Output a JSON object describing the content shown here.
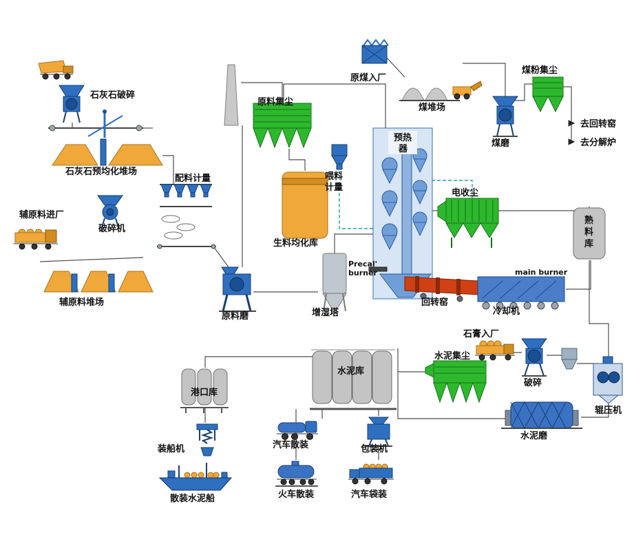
{
  "diagram": {
    "kind": "cement-plant-process-flow",
    "colors": {
      "equipment_blue": "#2e6fc0",
      "dust_collector_green": "#2db82d",
      "material_orange": "#f0a83a",
      "kiln_red": "#d04012",
      "silo_gray": "#c4c4c4"
    }
  },
  "labels": {
    "limestone_crushing": "石灰石破碎",
    "limestone_preblending_yard": "石灰石预均化堆场",
    "batching_metering": "配料计量",
    "aux_material_intake": "辅原料进厂",
    "crusher": "破碎机",
    "aux_material_yard": "辅原料堆场",
    "raw_mill": "原料磨",
    "raw_dust_collector": "原料集尘",
    "raw_meal_silo": "生料均化库",
    "feed_metering": [
      "喂料",
      "计量"
    ],
    "preheater": [
      "预热",
      "器"
    ],
    "humidifier_tower": "增湿塔",
    "precal_burner": [
      "Precal'",
      "burner"
    ],
    "rotary_kiln": "回转窑",
    "main_burner": "main burner",
    "cooler": "冷却机",
    "esp": "电收尘",
    "clinker_silo": [
      "熟",
      "料",
      "库"
    ],
    "raw_coal_intake": "原煤入厂",
    "coal_yard": "煤堆场",
    "coal_dust_collector": "煤粉集尘",
    "coal_mill": "煤磨",
    "to_rotary_kiln": "去回转窑",
    "to_calciner": "去分解炉",
    "port_silo": "港口库",
    "ship_loader": "装船机",
    "bulk_cement_ship": "散装水泥船",
    "cement_silo": "水泥库",
    "truck_bulk": "汽车散装",
    "train_bulk": "火车散装",
    "packing_machine": "包装机",
    "truck_bagged": "汽车袋装",
    "cement_dust_collector": "水泥集尘",
    "gypsum_intake": "石膏入厂",
    "gypsum_crushing": "破碎",
    "roller_press": "辊压机",
    "cement_mill": "水泥磨"
  }
}
